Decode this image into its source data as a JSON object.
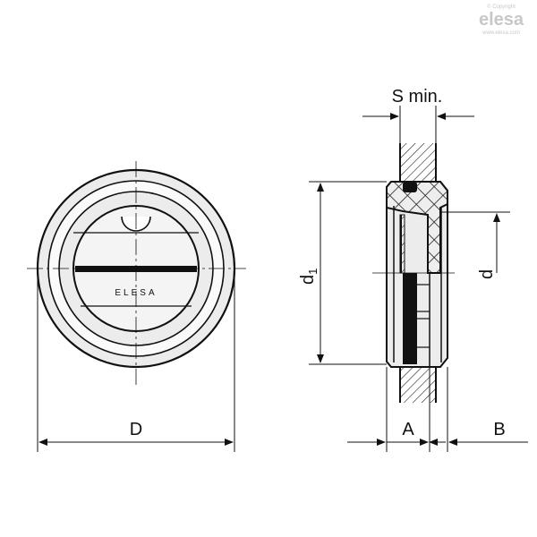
{
  "watermark": {
    "copyright": "© Copyright",
    "brand": "elesa",
    "url": "www.elesa.com"
  },
  "front_view": {
    "brand_mark": "ELESA"
  },
  "dimensions": {
    "s_min": "S min.",
    "d1_main": "d",
    "d1_sub": "1",
    "d": "d",
    "D": "D",
    "A": "A",
    "B": "B"
  },
  "colors": {
    "line": "#111111",
    "fill": "#ececec",
    "hatch": "#222222"
  }
}
